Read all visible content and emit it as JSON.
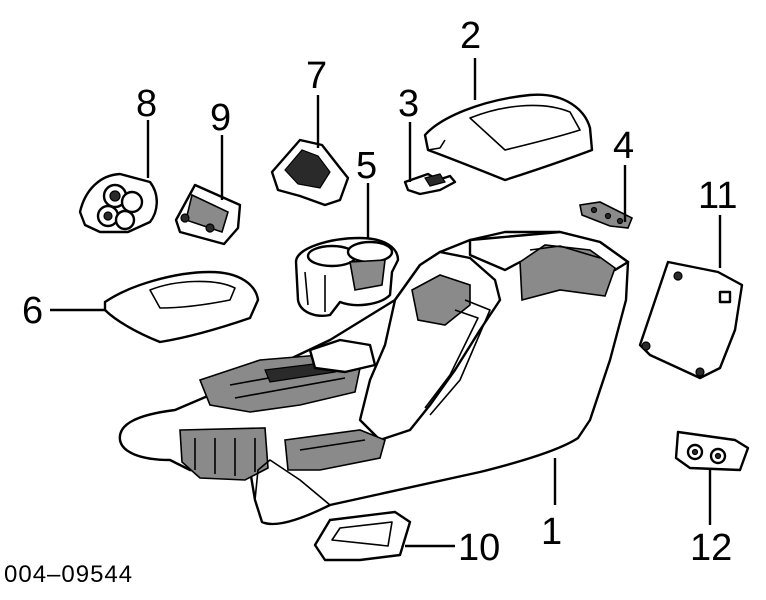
{
  "diagram": {
    "callouts": [
      "1",
      "2",
      "3",
      "4",
      "5",
      "6",
      "7",
      "8",
      "9",
      "10",
      "11",
      "12"
    ],
    "drawing_code": "004–09544"
  }
}
